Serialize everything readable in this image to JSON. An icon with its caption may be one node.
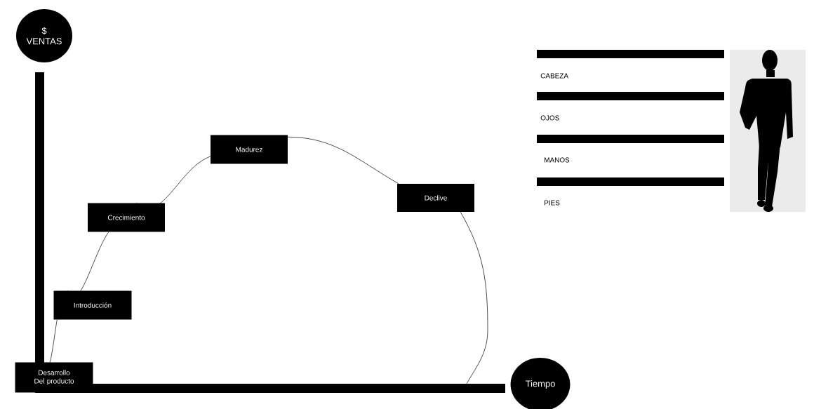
{
  "diagram": {
    "nodes": [
      {
        "text": [
          "$ VENTAS"
        ]
      },
      {
        "text": [
          "Tiempo"
        ]
      },
      {
        "text": [
          "Desarrollo Del producto"
        ]
      },
      {
        "text": [
          "Introducción"
        ]
      },
      {
        "text": [
          "Crecimiento"
        ]
      },
      {
        "text": [
          "Madurez"
        ]
      },
      {
        "text": [
          "Declive"
        ]
      }
    ],
    "edges": [
      {
        "from": 2,
        "to": 3,
        "arrow": "none"
      },
      {
        "from": 3,
        "to": 4,
        "arrow": "none"
      },
      {
        "from": 4,
        "to": 5,
        "arrow": "none"
      },
      {
        "from": 5,
        "to": 6,
        "arrow": "none"
      },
      {
        "from": 6,
        "to": null,
        "arrow": "none"
      }
    ],
    "labels": [
      "CABEZA",
      "OJOS",
      "MANOS",
      "PIES"
    ]
  }
}
